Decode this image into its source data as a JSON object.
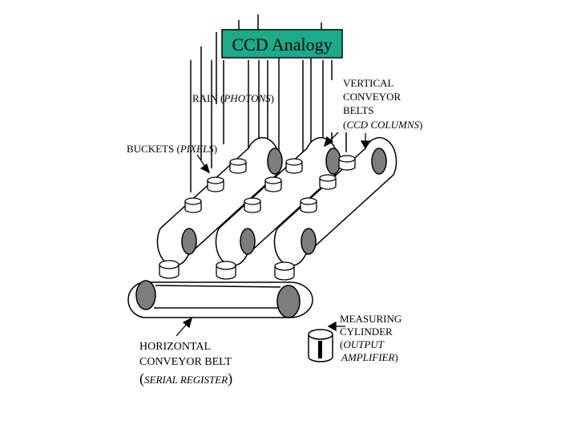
{
  "title": "CCD Analogy",
  "colors": {
    "title_bg": "#1aab8a",
    "dark_fill": "#7d7d7d",
    "line": "#000000",
    "bg": "#ffffff"
  },
  "labels": {
    "rain": {
      "text": "RAIN (",
      "italic": "PHOTONS",
      "close": ")"
    },
    "vertical": {
      "line1": "VERTICAL",
      "line2": "CONVEYOR",
      "line3": "BELTS",
      "line4_open": "(",
      "line4_italic": "CCD COLUMNS",
      "line4_close": ")"
    },
    "buckets": {
      "text": "BUCKETS (",
      "italic": "PIXELS",
      "close": ")"
    },
    "measuring": {
      "line1": "MEASURING",
      "line2": "CYLINDER",
      "line3_open": "(",
      "line3_italic": "OUTPUT",
      "line4_italic": "AMPLIFIER",
      "line4_close": ")"
    },
    "horizontal": {
      "line1": "HORIZONTAL",
      "line2": "CONVEYOR BELT",
      "line3_open": "(",
      "line3_italic": "SERIAL REGISTER",
      "line3_close": ")"
    }
  }
}
